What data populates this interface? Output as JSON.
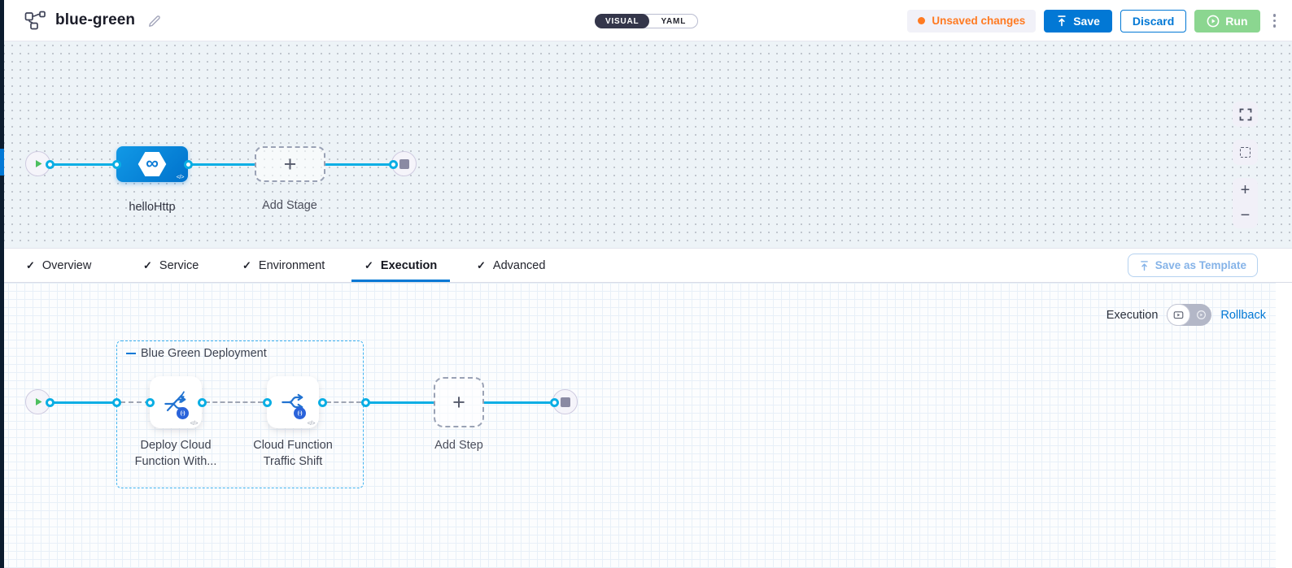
{
  "header": {
    "title": "blue-green",
    "mode_toggle": {
      "visual": "VISUAL",
      "yaml": "YAML"
    },
    "unsaved_badge": "Unsaved changes",
    "save": "Save",
    "discard": "Discard",
    "run": "Run"
  },
  "stage_canvas": {
    "stage_label": "helloHttp",
    "add_stage_label": "Add Stage",
    "add_glyph": "+",
    "infinity_glyph": "∞",
    "code_glyph": "</>",
    "zoom_in_glyph": "+",
    "zoom_out_glyph": "−"
  },
  "tabs": {
    "check_glyph": "✓",
    "items": [
      {
        "label": "Overview"
      },
      {
        "label": "Service"
      },
      {
        "label": "Environment"
      },
      {
        "label": "Execution"
      },
      {
        "label": "Advanced"
      }
    ],
    "active": "Execution",
    "save_as_template": "Save as Template"
  },
  "execution_canvas": {
    "mode_label": "Execution",
    "rollback_label": "Rollback",
    "group_label": "Blue Green Deployment",
    "steps": [
      {
        "line1": "Deploy Cloud",
        "line2": "Function With..."
      },
      {
        "line1": "Cloud Function",
        "line2": "Traffic Shift"
      }
    ],
    "badge_glyph": "(-)",
    "code_glyph": "</>",
    "add_step_label": "Add Step",
    "add_glyph": "+"
  },
  "colors": {
    "accent_blue": "#0278d5",
    "connector_cyan": "#0aaee4",
    "unsaved_orange": "#ff7a21",
    "run_green": "#8bd690",
    "step_icon_blue": "#2273d1",
    "visual_pill_dark": "#34364a"
  }
}
